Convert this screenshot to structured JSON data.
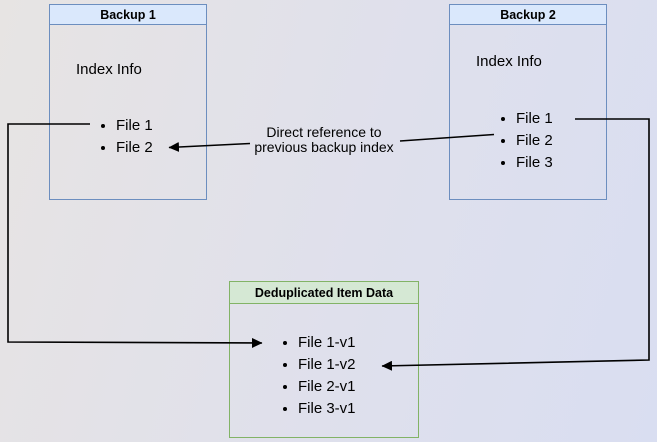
{
  "backup1": {
    "title": "Backup 1",
    "subtitle": "Index Info",
    "items": [
      "File 1",
      "File 2"
    ]
  },
  "backup2": {
    "title": "Backup 2",
    "subtitle": "Index Info",
    "items": [
      "File 1",
      "File 2",
      "File 3"
    ]
  },
  "dedup": {
    "title": "Deduplicated Item Data",
    "items": [
      "File 1-v1",
      "File 1-v2",
      "File 2-v1",
      "File 3-v1"
    ]
  },
  "edge_label": {
    "line1": "Direct reference to",
    "line2": "previous backup index"
  },
  "colors": {
    "blue_border": "#6c8ebf",
    "blue_fill": "#dae8fc",
    "green_border": "#82b366",
    "green_fill": "#d5e8d4",
    "line": "#000000",
    "bg_left": "#e7e4e3",
    "bg_right": "#d9def1"
  }
}
